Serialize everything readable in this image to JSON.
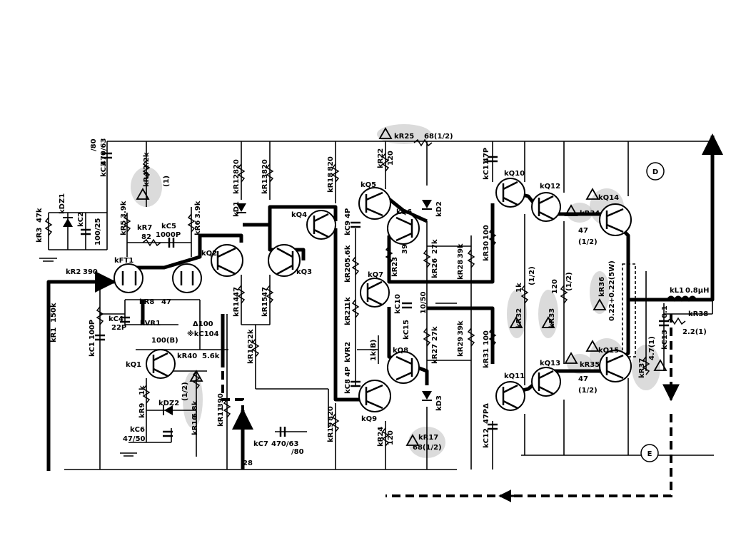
{
  "components": {
    "kR3": {
      "ref": "kR3",
      "value": "47k"
    },
    "kDZ1": {
      "ref": "kDZ1"
    },
    "kC2": {
      "ref": "kC2",
      "value": "100/25"
    },
    "kC3": {
      "ref": "kC3",
      "value": "470/63",
      "note": "/80"
    },
    "kR4": {
      "ref": "kR4",
      "value": "2.2k",
      "note": "(1)"
    },
    "kR5": {
      "ref": "kR5",
      "value": "3.9k"
    },
    "kR6": {
      "ref": "kR6",
      "value": "3.9k"
    },
    "kR7": {
      "ref": "kR7",
      "value": "82"
    },
    "kC5": {
      "ref": "kC5",
      "value": "1000P"
    },
    "kFT1": {
      "ref": "kFT1"
    },
    "kR2": {
      "ref": "kR2",
      "value": "390"
    },
    "kR1": {
      "ref": "kR1",
      "value": "150k"
    },
    "kC1": {
      "ref": "kC1",
      "value": "100P"
    },
    "kC4": {
      "ref": "kC4",
      "value": "22P"
    },
    "kR8": {
      "ref": "kR8",
      "value": "47"
    },
    "kVR1": {
      "ref": "kVR1",
      "value": "100(B)"
    },
    "kQ1": {
      "ref": "kQ1"
    },
    "kR40": {
      "ref": "kR40",
      "value": "5.6k"
    },
    "kR9": {
      "ref": "kR9",
      "value": "1k"
    },
    "kDZ2": {
      "ref": "kDZ2"
    },
    "kR10": {
      "ref": "kR10",
      "value": "6.8k",
      "note": "(1/2)"
    },
    "kC6": {
      "ref": "kC6",
      "value": "47/50"
    },
    "kQ2": {
      "ref": "kQ2"
    },
    "kQ3": {
      "ref": "kQ3"
    },
    "kD1": {
      "ref": "kD1"
    },
    "kR12": {
      "ref": "kR12",
      "value": "820"
    },
    "kR13": {
      "ref": "kR13",
      "value": "820"
    },
    "kR14": {
      "ref": "kR14",
      "value": "47"
    },
    "kR15": {
      "ref": "kR15",
      "value": "47"
    },
    "kC104": {
      "ref": "※kC104",
      "value": "Δ100"
    },
    "kR16": {
      "ref": "kR16",
      "value": "22k"
    },
    "kR11": {
      "ref": "kR11",
      "value": "390"
    },
    "kC7": {
      "ref": "kC7",
      "value": "470/63",
      "note": "/80"
    },
    "node28": {
      "ref": "28"
    },
    "kQ4": {
      "ref": "kQ4"
    },
    "kR18": {
      "ref": "kR18",
      "value": "820"
    },
    "kR19": {
      "ref": "kR19",
      "value": "820"
    },
    "kR20": {
      "ref": "kR20",
      "value": "5.6k"
    },
    "kR21": {
      "ref": "kR21",
      "value": "1k"
    },
    "kVR2": {
      "ref": "kVR2",
      "value": "1k(B)"
    },
    "kC8": {
      "ref": "kC8",
      "value": "4P"
    },
    "kC9": {
      "ref": "kC9",
      "value": "4P"
    },
    "kQ5": {
      "ref": "kQ5"
    },
    "kQ6": {
      "ref": "kQ6"
    },
    "kQ7": {
      "ref": "kQ7"
    },
    "kQ8": {
      "ref": "kQ8"
    },
    "kQ9": {
      "ref": "kQ9"
    },
    "kR22": {
      "ref": "kR22",
      "value": "120"
    },
    "kR23": {
      "ref": "kR23",
      "value": "39"
    },
    "kR24": {
      "ref": "kR24",
      "value": "120"
    },
    "kR25": {
      "ref": "kR25",
      "value": "68(1/2)"
    },
    "kD2": {
      "ref": "kD2"
    },
    "kD3": {
      "ref": "kD3"
    },
    "kR26": {
      "ref": "kR26",
      "value": "27k"
    },
    "kR27": {
      "ref": "kR27",
      "value": "27k"
    },
    "kC10": {
      "ref": "kC10",
      "value": "10/50"
    },
    "kC15": {
      "ref": "kC15"
    },
    "kR17": {
      "ref": "kR17",
      "value": "68(1/2)"
    },
    "kR28": {
      "ref": "kR28",
      "value": "39k"
    },
    "kR29": {
      "ref": "kR29",
      "value": "39k"
    },
    "kR30": {
      "ref": "kR30",
      "value": "100"
    },
    "kR31": {
      "ref": "kR31",
      "value": "100"
    },
    "kC11": {
      "ref": "kC11",
      "value": "47P"
    },
    "kC12": {
      "ref": "kC12",
      "value": "47PΔ"
    },
    "kQ10": {
      "ref": "kQ10"
    },
    "kQ11": {
      "ref": "kQ11"
    },
    "kQ12": {
      "ref": "kQ12"
    },
    "kQ13": {
      "ref": "kQ13"
    },
    "kQ14": {
      "ref": "kQ14"
    },
    "kQ15": {
      "ref": "kQ15"
    },
    "kR32": {
      "ref": "kR32",
      "value": "1k",
      "note": "(1/2)"
    },
    "kR33": {
      "ref": "kR33",
      "value": "120",
      "note": "(1/2)"
    },
    "kR34": {
      "ref": "kR34",
      "value": "47",
      "note": "(1/2)"
    },
    "kR35": {
      "ref": "kR35",
      "value": "47",
      "note": "(1/2)"
    },
    "kR36": {
      "ref": "kR36",
      "value": "0.22+0.22(5W)"
    },
    "kR37": {
      "ref": "kR37",
      "value": "4.7(1)"
    },
    "kC13": {
      "ref": "kC13",
      "value": "0.1"
    },
    "kL1": {
      "ref": "kL1",
      "value": "0.8μH"
    },
    "kR38": {
      "ref": "kR38",
      "value": "2.2(1)"
    }
  },
  "markers": {
    "D": "D",
    "E": "E"
  }
}
